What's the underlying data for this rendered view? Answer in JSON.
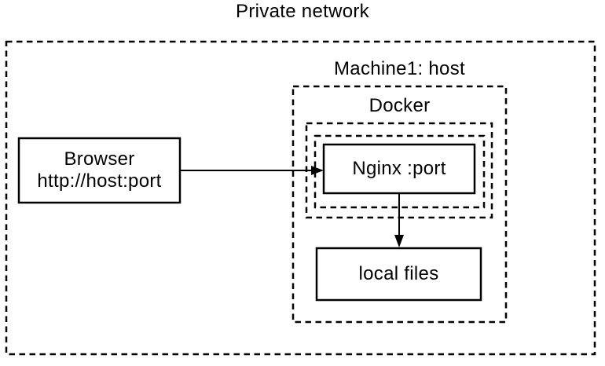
{
  "diagram": {
    "title": "Private network",
    "machine": {
      "label": "Machine1: host"
    },
    "docker": {
      "label": "Docker"
    },
    "nodes": {
      "browser": {
        "line1": "Browser",
        "line2": "http://host:port"
      },
      "nginx": {
        "label": "Nginx :port"
      },
      "local_files": {
        "label": "local files"
      }
    },
    "edges": [
      {
        "from": "browser",
        "to": "nginx"
      },
      {
        "from": "nginx",
        "to": "local_files"
      }
    ],
    "colors": {
      "stroke": "#000000",
      "background": "#ffffff",
      "text": "#000000"
    }
  }
}
